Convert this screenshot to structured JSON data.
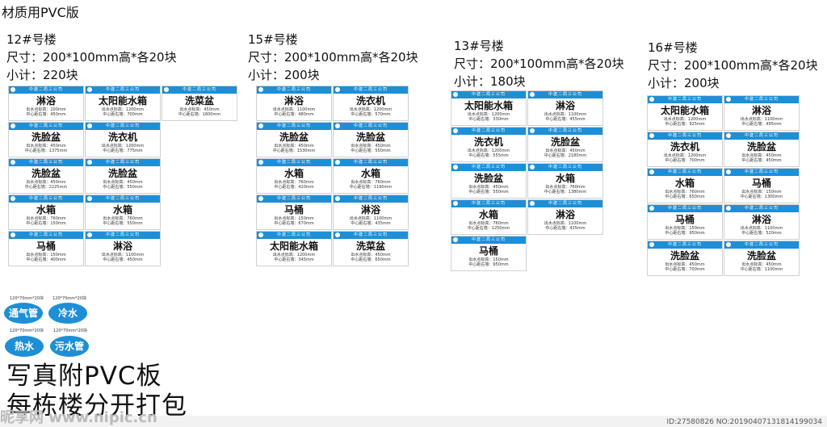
{
  "title": "材质用PVC版",
  "label_header": "中建二局三公司",
  "groups": [
    {
      "name": "12#号楼",
      "size": "尺寸：200*100mm高*各20块",
      "subtotal": "小计：220块",
      "columns": [
        [
          {
            "name": "淋浴",
            "spec1": "出水点标高：200mm",
            "spec2": "中心距右墙：450mm"
          },
          {
            "name": "洗脸盆",
            "spec1": "出水点标高：450mm",
            "spec2": "中心距右墙：1375mm"
          },
          {
            "name": "洗脸盆",
            "spec1": "出水点标高：450mm",
            "spec2": "中心距右墙：2225mm"
          },
          {
            "name": "水箱",
            "spec1": "出水点标高：760mm",
            "spec2": "中心距右墙：150mm"
          },
          {
            "name": "马桶",
            "spec1": "出水点标高：150mm",
            "spec2": "中心距右墙：400mm"
          }
        ],
        [
          {
            "name": "太阳能水箱",
            "spec1": "出水点标高：1200mm",
            "spec2": "中心距右墙：700mm"
          },
          {
            "name": "洗衣机",
            "spec1": "出水点标高：1200mm",
            "spec2": "中心距右墙：775mm"
          },
          {
            "name": "洗脸盆",
            "spec1": "出水点标高：450mm",
            "spec2": "中心距右墙：550mm"
          },
          {
            "name": "水箱",
            "spec1": "出水点标高：760mm",
            "spec2": "中心距右墙：550mm"
          },
          {
            "name": "淋浴",
            "spec1": "出水点标高：1100mm",
            "spec2": "中心距右墙：450mm"
          }
        ],
        [
          {
            "name": "洗菜盆",
            "spec1": "出水点标高：450mm",
            "spec2": "中心距右墙：1600mm"
          }
        ]
      ]
    },
    {
      "name": "15#号楼",
      "size": "尺寸：200*100mm高*各20块",
      "subtotal": "小计：200块",
      "columns": [
        [
          {
            "name": "淋浴",
            "spec1": "出水点标高：1100mm",
            "spec2": "中心距右墙：480mm"
          },
          {
            "name": "洗脸盆",
            "spec1": "出水点标高：450mm",
            "spec2": "中心距右墙：1530mm"
          },
          {
            "name": "水箱",
            "spec1": "出水点标高：760mm",
            "spec2": "中心距右墙：420mm"
          },
          {
            "name": "马桶",
            "spec1": "出水点标高：150mm",
            "spec2": "中心距右墙：670mm"
          },
          {
            "name": "太阳能水箱",
            "spec1": "出水点标高：1200mm",
            "spec2": "中心距右墙：345mm"
          }
        ],
        [
          {
            "name": "洗衣机",
            "spec1": "出水点标高：1200mm",
            "spec2": "中心距右墙：570mm"
          },
          {
            "name": "洗脸盆",
            "spec1": "出水点标高：450mm",
            "spec2": "中心距右墙：550mm"
          },
          {
            "name": "水箱",
            "spec1": "出水点标高：760mm",
            "spec2": "中心距右墙：1190mm"
          },
          {
            "name": "淋浴",
            "spec1": "出水点标高：1100mm",
            "spec2": "中心距右墙：435mm"
          },
          {
            "name": "洗菜盆",
            "spec1": "出水点标高：450mm",
            "spec2": "中心距右墙：650mm"
          }
        ]
      ]
    },
    {
      "name": "13#号楼",
      "size": "尺寸：200*100mm高*各20块",
      "subtotal": "小计：180块",
      "columns": [
        [
          {
            "name": "太阳能水箱",
            "spec1": "出水点标高：1200mm",
            "spec2": "中心距右墙：330mm"
          },
          {
            "name": "洗衣机",
            "spec1": "出水点标高：1200mm",
            "spec2": "中心距右墙：555mm"
          },
          {
            "name": "洗脸盆",
            "spec1": "出水点标高：450mm",
            "spec2": "中心距右墙：550mm"
          },
          {
            "name": "水箱",
            "spec1": "出水点标高：760mm",
            "spec2": "中心距右墙：1250mm"
          },
          {
            "name": "马桶",
            "spec1": "出水点标高：150mm",
            "spec2": "中心距右墙：950mm"
          }
        ],
        [
          {
            "name": "淋浴",
            "spec1": "出水点标高：1100mm",
            "spec2": "中心距右墙：455mm"
          },
          {
            "name": "洗脸盆",
            "spec1": "出水点标高：450mm",
            "spec2": "中心距右墙：2180mm"
          },
          {
            "name": "水箱",
            "spec1": "出水点标高：760mm",
            "spec2": "中心距右墙：1380mm"
          },
          {
            "name": "淋浴",
            "spec1": "出水点标高：1100mm",
            "spec2": "中心距右墙：435mm"
          }
        ]
      ]
    },
    {
      "name": "16#号楼",
      "size": "尺寸：200*100mm高*各20块",
      "subtotal": "小计：200块",
      "columns": [
        [
          {
            "name": "太阳能水箱",
            "spec1": "出水点标高：1200mm",
            "spec2": "中心距右墙：925mm"
          },
          {
            "name": "洗衣机",
            "spec1": "出水点标高：1200mm",
            "spec2": "中心距右墙：700mm"
          },
          {
            "name": "水箱",
            "spec1": "出水点标高：760mm",
            "spec2": "中心距右墙：650mm"
          },
          {
            "name": "马桶",
            "spec1": "出水点标高：150mm",
            "spec2": "中心距右墙：950mm"
          },
          {
            "name": "洗脸盆",
            "spec1": "出水点标高：450mm",
            "spec2": "中心距右墙：700mm"
          }
        ],
        [
          {
            "name": "淋浴",
            "spec1": "出水点标高：1100mm",
            "spec2": "中心距右墙：495mm"
          },
          {
            "name": "洗脸盆",
            "spec1": "出水点标高：450mm",
            "spec2": "中心距右墙：450mm"
          },
          {
            "name": "马桶",
            "spec1": "出水点标高：150mm",
            "spec2": "中心距右墙：1300mm"
          },
          {
            "name": "淋浴",
            "spec1": "出水点标高：1100mm",
            "spec2": "中心距右墙：520mm"
          },
          {
            "name": "洗脸盆",
            "spec1": "出水点标高：450mm",
            "spec2": "中心距右墙：1100mm"
          }
        ]
      ]
    }
  ],
  "pipes": [
    {
      "name": "通气管",
      "size": "120*70mm*20块"
    },
    {
      "name": "冷水",
      "size": "120*70mm*20块"
    },
    {
      "name": "热水",
      "size": "120*70mm*20块"
    },
    {
      "name": "污水管",
      "size": "120*70mm*20块"
    }
  ],
  "notes": {
    "line1": "写真附PVC板",
    "line2": "每栋楼分开打包"
  },
  "footer": {
    "watermark": "昵享网 www.nipic.cn",
    "id_text": "ID:27580826 NO:20190407131814199034"
  },
  "colors": {
    "header_blue": "#1e8fd6"
  }
}
